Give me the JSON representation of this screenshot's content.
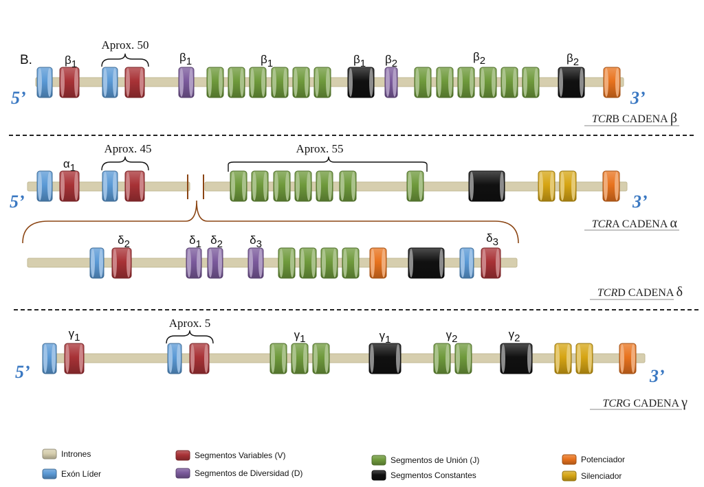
{
  "panel_label": "B.",
  "colors": {
    "intron": "#d6ceae",
    "leader": "#5b9ad6",
    "variable": "#a83236",
    "diversity": "#7b5a9c",
    "union": "#6f9a3c",
    "constant": "#111111",
    "enhancer": "#e8731e",
    "silencer": "#d6a514",
    "end_label": "#3a78c2",
    "bracket": "#8b4513"
  },
  "beta": {
    "end5": "5’",
    "end3": "3’",
    "approx": "Aprox. 50",
    "labels": [
      {
        "greek": "β",
        "sub": "1"
      },
      {
        "greek": "β",
        "sub": "1"
      },
      {
        "greek": "β",
        "sub": "1"
      },
      {
        "greek": "β",
        "sub": "1"
      },
      {
        "greek": "β",
        "sub": "2"
      },
      {
        "greek": "β",
        "sub": "2"
      },
      {
        "greek": "β",
        "sub": "2"
      }
    ],
    "title_italic": "TCR",
    "title_rest": "B CADENA ",
    "title_symbol": "β"
  },
  "alpha": {
    "end5": "5’",
    "end3": "3’",
    "approx_v": "Aprox. 45",
    "approx_j": "Aprox. 55",
    "labels": [
      {
        "greek": "α",
        "sub": "1"
      }
    ],
    "title_italic": "TCR",
    "title_rest": "A CADENA ",
    "title_symbol": "α"
  },
  "delta": {
    "labels": [
      {
        "greek": "δ",
        "sub": "2"
      },
      {
        "greek": "δ",
        "sub": "1"
      },
      {
        "greek": "δ",
        "sub": "2"
      },
      {
        "greek": "δ",
        "sub": "3"
      },
      {
        "greek": "δ",
        "sub": "3"
      }
    ],
    "title_italic": "TCR",
    "title_rest": "D CADENA ",
    "title_symbol": "δ"
  },
  "gamma": {
    "end5": "5’",
    "end3": "3’",
    "approx": "Aprox. 5",
    "labels": [
      {
        "greek": "γ",
        "sub": "1"
      },
      {
        "greek": "γ",
        "sub": "1"
      },
      {
        "greek": "γ",
        "sub": "1"
      },
      {
        "greek": "γ",
        "sub": "2"
      },
      {
        "greek": "γ",
        "sub": "2"
      }
    ],
    "title_italic": "TCR",
    "title_rest": "G CADENA ",
    "title_symbol": "γ"
  },
  "legend": [
    {
      "key": "intron",
      "label": "Intrones"
    },
    {
      "key": "leader",
      "label": "Exón Líder"
    },
    {
      "key": "variable",
      "label": "Segmentos Variables (V)"
    },
    {
      "key": "diversity",
      "label": "Segmentos de Diversidad (D)"
    },
    {
      "key": "union",
      "label": "Segmentos de Unión (J)"
    },
    {
      "key": "constant",
      "label": "Segmentos Constantes"
    },
    {
      "key": "enhancer",
      "label": "Potenciador"
    },
    {
      "key": "silencer",
      "label": "Silenciador"
    }
  ]
}
